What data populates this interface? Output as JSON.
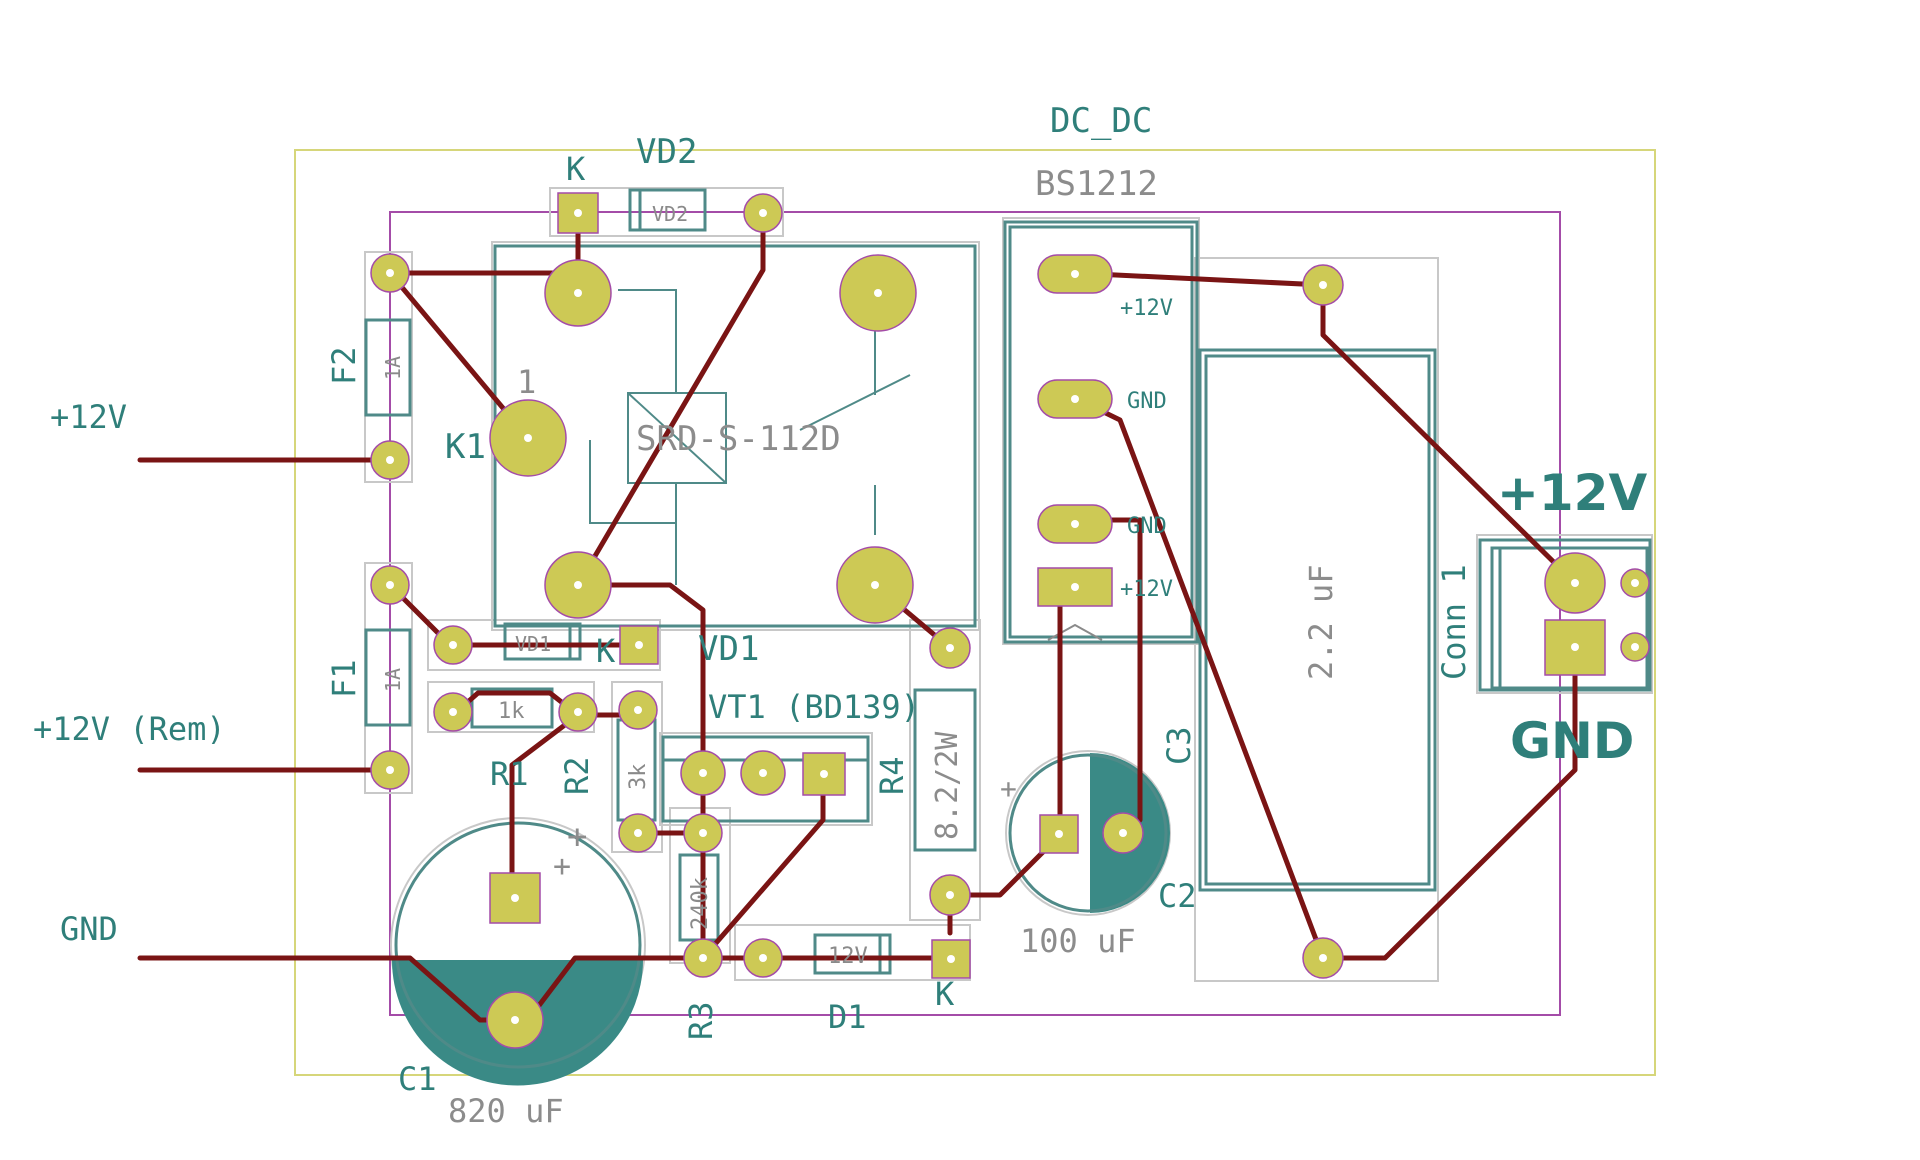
{
  "colors": {
    "board_outline": "#d6d67a",
    "inner_outline": "#a44ca8",
    "courtyard": "#c8c8c8",
    "silk": "#2f7f7a",
    "pad": "#cdc955",
    "track": "#7a1414",
    "fill": "#3a8a86"
  },
  "labels": {
    "net_12v": "+12V",
    "net_12v_rem": "+12V (Rem)",
    "net_gnd": "GND",
    "dcdc_ref": "DC_DC",
    "dcdc_val": "BS1212",
    "vd2_ref": "VD2",
    "vd2_k": "K",
    "vd2_mark": "VD2",
    "f2_ref": "F2",
    "f2_val": "1A",
    "f1_ref": "F1",
    "f1_val": "1A",
    "k1_ref": "K1",
    "k1_pin": "1",
    "k1_val": "SRD-S-112D",
    "vd1_ref": "VD1",
    "vd1_k": "K",
    "vd1_mark": "VD1",
    "r1_val": "1k",
    "r1_ref": "R1",
    "r2_val": "3k",
    "r2_ref": "R2",
    "vt1_ref": "VT1 (BD139)",
    "r4_ref": "R4",
    "r4_val": "8.2/2W",
    "r3_val": "240k",
    "r3_ref": "R3",
    "d1_val": "12V",
    "d1_ref": "D1",
    "d1_k": "K",
    "c1_ref": "C1",
    "c1_val": "820 uF",
    "c1_plus": "+",
    "c2_ref": "C2",
    "c2_val": "100 uF",
    "c2_plus": "+",
    "c3_ref": "C3",
    "c3_val": "2.2 uF",
    "dc_pin1": "+12V",
    "dc_pin2": "GND",
    "dc_pin3": "GND",
    "dc_pin4": "+12V",
    "conn_ref": "Conn 1",
    "conn_12v": "+12V",
    "conn_gnd": "GND"
  }
}
